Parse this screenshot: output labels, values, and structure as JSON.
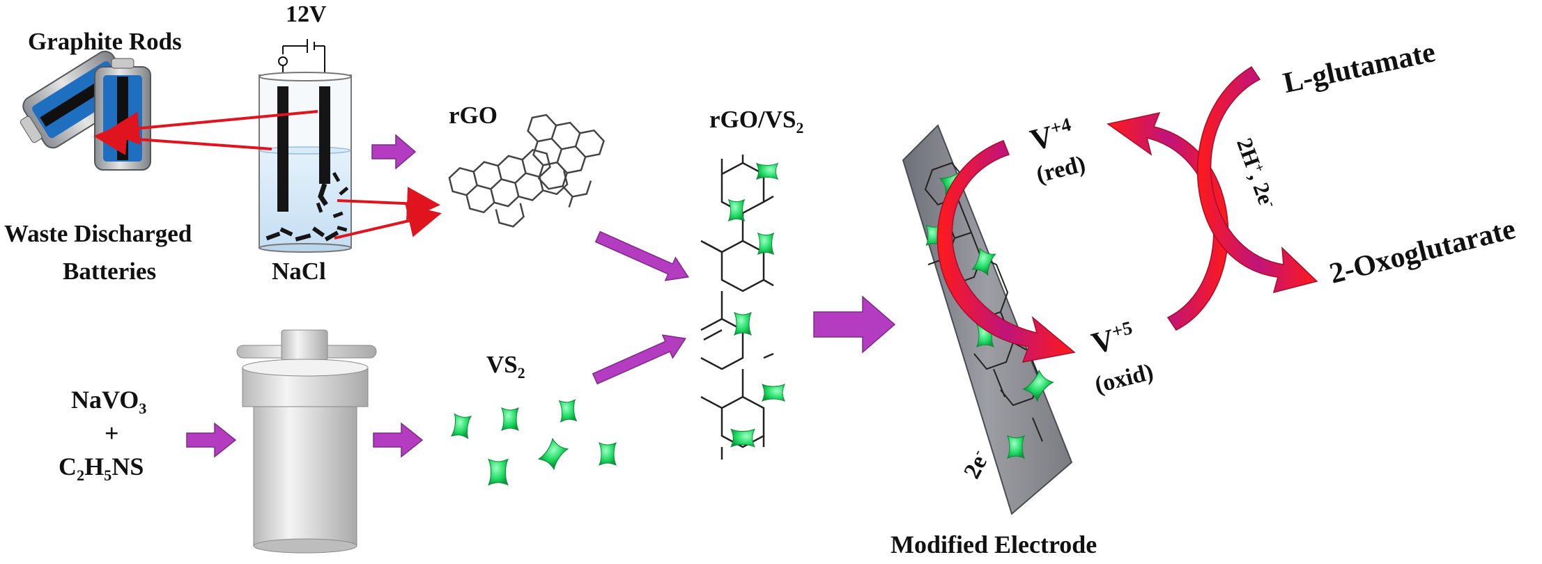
{
  "battery_section": {
    "voltage_label": "12V",
    "graphite_label": "Graphite Rods",
    "waste_line1": "Waste Discharged",
    "waste_line2": "Batteries",
    "electrolyte_label": "NaCl"
  },
  "rgo": {
    "label": "rGO"
  },
  "vs2": {
    "label_main": "VS",
    "label_sub": "2"
  },
  "composite": {
    "label_main": "rGO/VS",
    "label_sub": "2"
  },
  "precursors": {
    "line1_main": "NaVO",
    "line1_sub": "3",
    "plus": "+",
    "line3_a": "C",
    "line3_sub1": "2",
    "line3_b": "H",
    "line3_sub2": "5",
    "line3_c": "NS"
  },
  "electrode": {
    "label": "Modified Electrode",
    "electrons": "2e",
    "electrons_sup": "-"
  },
  "redox": {
    "v4_main": "V",
    "v4_sup": "+4",
    "v4_state": "(red)",
    "v5_main": "V",
    "v5_sup": "+5",
    "v5_state": "(oxid)",
    "substrate": "L-glutamate",
    "product": "2-Oxoglutarate",
    "transfer_a": "2H",
    "transfer_a_sup": "+",
    "transfer_b": ", 2e",
    "transfer_b_sup": "-"
  },
  "colors": {
    "process_arrow": "#b43cc0",
    "red_arrow": "#e0141e",
    "flake": "#22dd66",
    "electrode": "#8e9096"
  }
}
